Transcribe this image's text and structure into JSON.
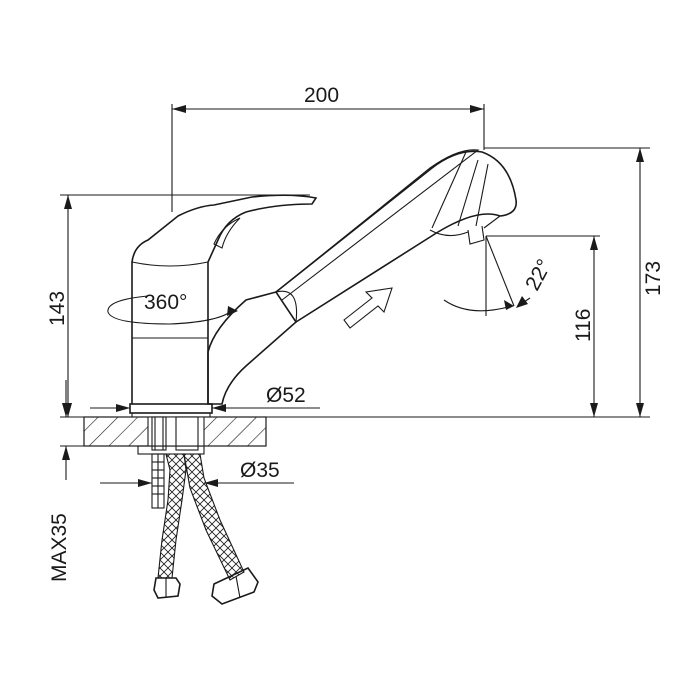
{
  "drawing": {
    "dimensions": {
      "width_spout": "200",
      "height_handle": "143",
      "height_total": "173",
      "height_spray": "116",
      "spray_angle": "22°",
      "rotation": "360°",
      "base_diameter": "Ø52",
      "shank_diameter": "Ø35",
      "max_thickness": "MAX35"
    },
    "colors": {
      "line": "#1a1a1a",
      "background": "#ffffff"
    }
  }
}
